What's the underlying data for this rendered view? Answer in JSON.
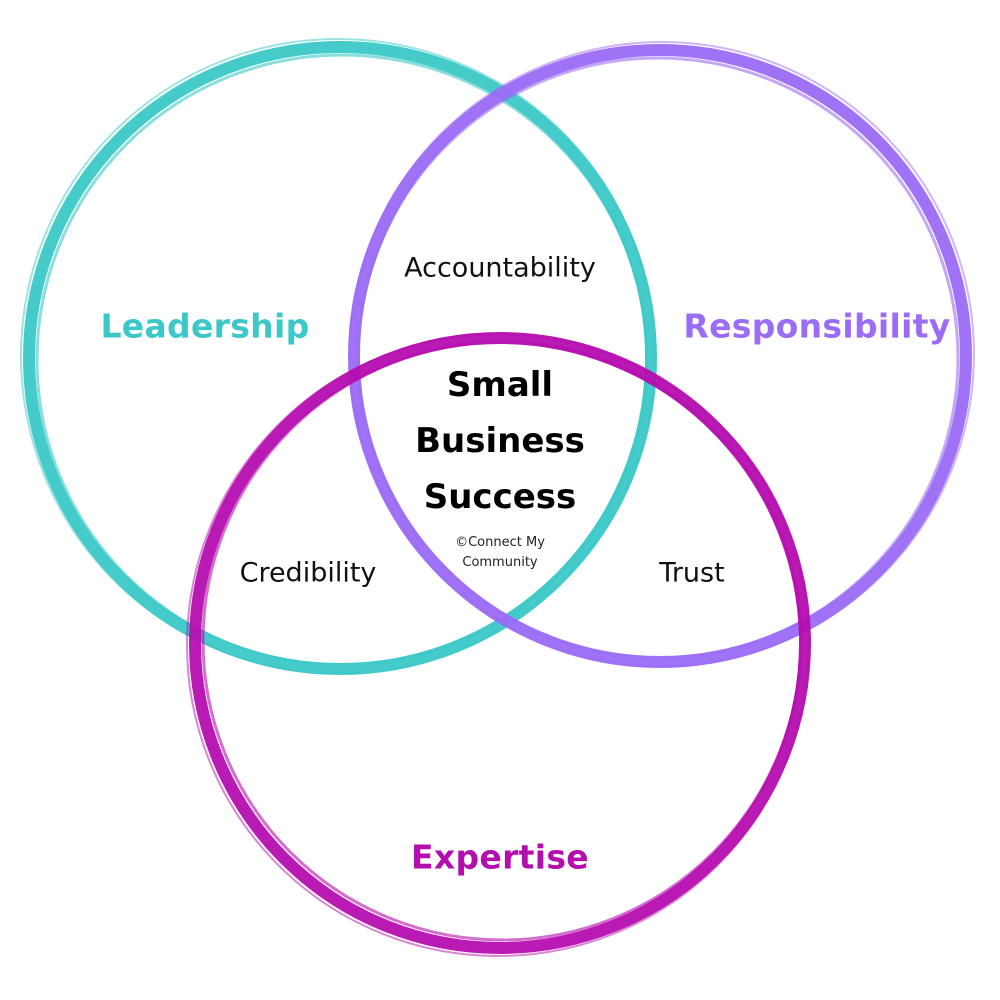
{
  "diagram": {
    "type": "venn",
    "sets": [
      {
        "id": "leadership",
        "label": "Leadership",
        "color": "#3cc8c8"
      },
      {
        "id": "responsibility",
        "label": "Responsibility",
        "color": "#9b6cf5"
      },
      {
        "id": "expertise",
        "label": "Expertise",
        "color": "#b50eaf"
      }
    ],
    "overlaps": {
      "leadership_responsibility": "Accountability",
      "leadership_expertise": "Credibility",
      "responsibility_expertise": "Trust"
    },
    "center": {
      "lines": [
        "Small",
        "Business",
        "Success"
      ]
    },
    "credit": {
      "lines": [
        "©Connect My",
        "Community"
      ]
    }
  }
}
